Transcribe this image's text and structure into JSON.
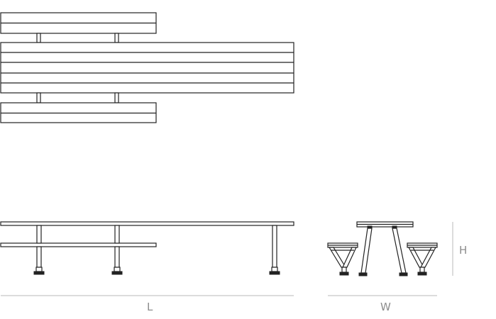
{
  "dimensions": {
    "length_label": "L",
    "width_label": "W",
    "height_label": "H"
  }
}
